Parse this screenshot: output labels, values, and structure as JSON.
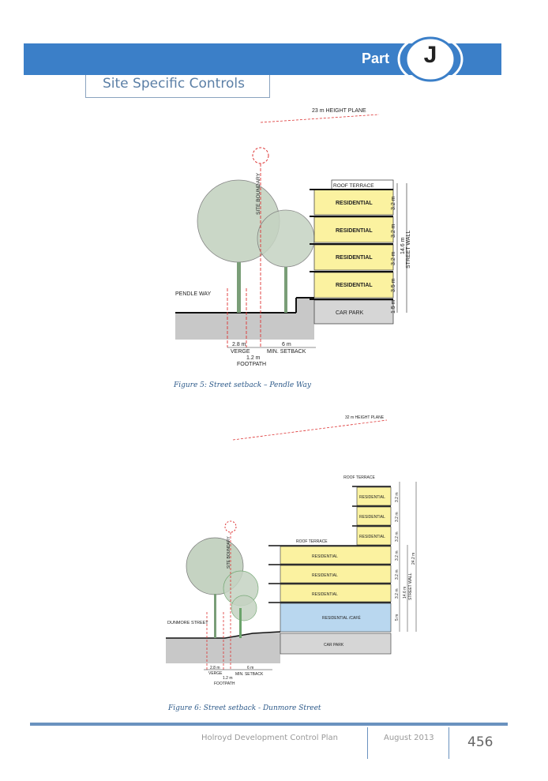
{
  "header": {
    "part_label": "Part",
    "part_letter": "J",
    "section_title": "Site Specific Controls"
  },
  "figure5": {
    "height_plane": "23 m HEIGHT PLANE",
    "site_boundary": "SITE BOUNDARY",
    "street": "PENDLE WAY",
    "floors": [
      "ROOF TERRACE",
      "RESIDENTIAL",
      "RESIDENTIAL",
      "RESIDENTIAL",
      "RESIDENTIAL",
      "CAR PARK"
    ],
    "dims": [
      "3.2 m",
      "3.2 m",
      "3.2 m",
      "3.5 m",
      "1.5 m",
      "14.6 m",
      "STREET WALL"
    ],
    "verge": "2.8 m",
    "verge_label": "VERGE",
    "setback": "6 m",
    "setback_label": "MIN. SETBACK",
    "footpath": "1.2 m",
    "footpath_label": "FOOTPATH",
    "caption": "Figure 5: Street setback – Pendle Way"
  },
  "figure6": {
    "height_plane": "32 m HEIGHT PLANE",
    "site_boundary": "SITE BOUNDARY",
    "street": "DUNMORE STREET",
    "roof_terrace_top": "ROOF TERRACE",
    "tower_floors": [
      "RESIDENTIAL",
      "RESIDENTIAL",
      "RESIDENTIAL"
    ],
    "roof_terrace_mid": "ROOF TERRACE",
    "podium_floors": [
      "RESIDENTIAL",
      "RESIDENTIAL",
      "RESIDENTIAL"
    ],
    "ground": "RESIDENTIAL /CAFÉ",
    "car_park": "CAR PARK",
    "dims_tower": [
      "3.2 m",
      "3.2 m",
      "3.2 m"
    ],
    "dims_podium": [
      "3.2 m",
      "3.2 m",
      "3.2 m",
      "5 m"
    ],
    "street_wall_height": "14.6 m",
    "street_wall": "STREET WALL",
    "total_height": "24.2 m",
    "verge": "2.8 m",
    "verge_label": "VERGE",
    "footpath": "1.2 m",
    "setback": "6 m",
    "setback_label": "MIN. SETBACK",
    "footpath_label": "FOOTPATH",
    "caption": "Figure 6: Street setback - Dunmore Street"
  },
  "footer": {
    "plan": "Holroyd Development Control Plan",
    "date": "August 2013",
    "page": "456"
  }
}
